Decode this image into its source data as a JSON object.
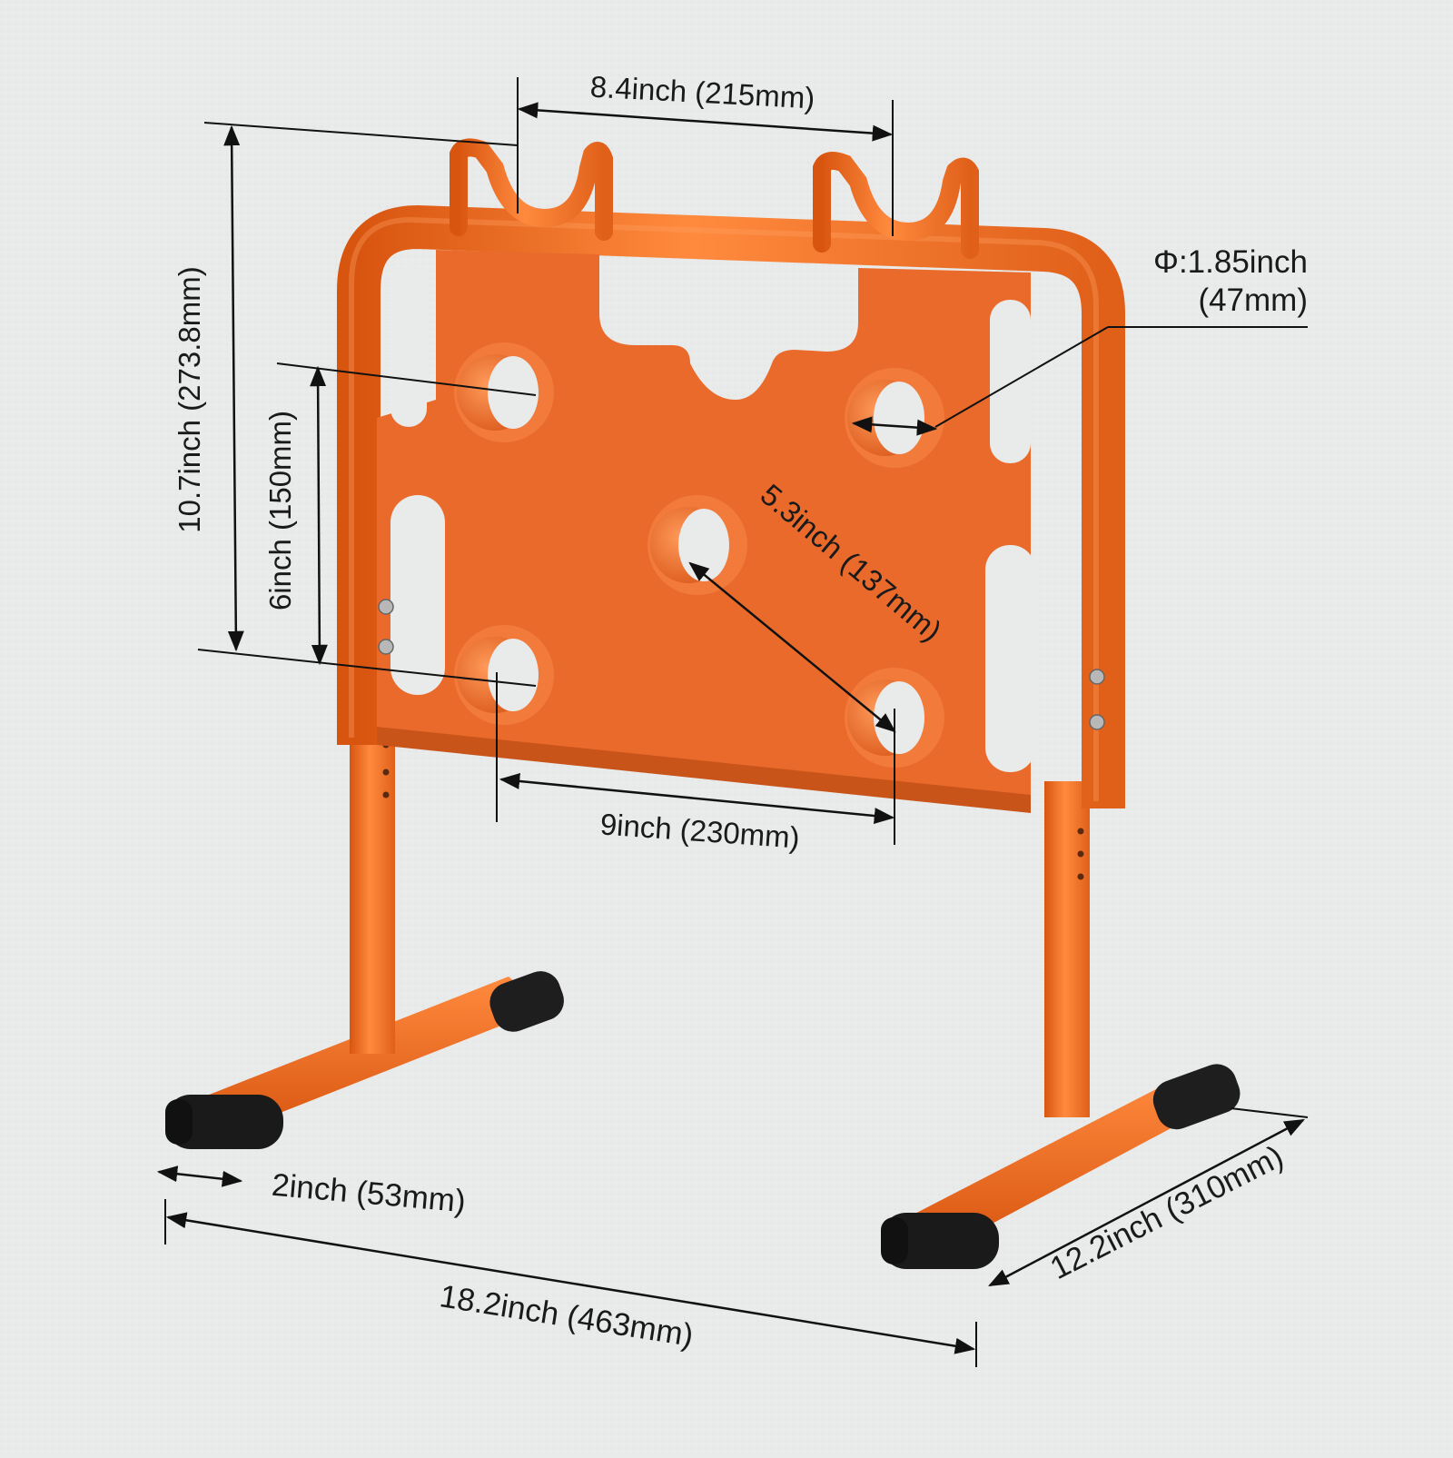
{
  "dimensions": {
    "hook_spacing": "8.4inch (215mm)",
    "total_height": "10.7inch (273.8mm)",
    "hole_vertical_spacing": "6inch (150mm)",
    "hole_diameter_in": "Φ:1.85inch",
    "hole_diameter_mm": "(47mm)",
    "diagonal_spacing": "5.3inch (137mm)",
    "hole_horizontal_spacing": "9inch (230mm)",
    "foot_width": "2inch (53mm)",
    "total_width": "18.2inch (463mm)",
    "depth": "12.2inch (310mm)"
  },
  "colors": {
    "background": "#e9eaea",
    "frame_orange": "#f26a1b",
    "plate_orange": "#ea6a2c",
    "foot_cap": "#1c1c1c",
    "dimension_line": "#111111"
  }
}
